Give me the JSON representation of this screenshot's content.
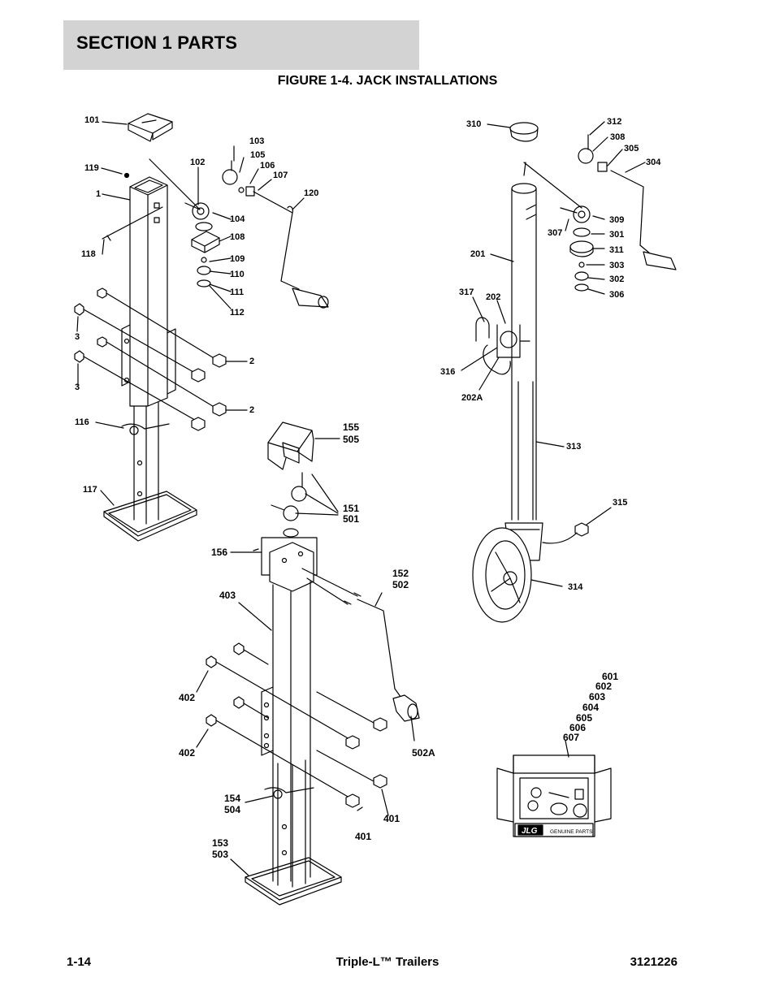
{
  "header": {
    "section_title": "SECTION 1  PARTS",
    "figure_title": "FIGURE 1-4. JACK INSTALLATIONS"
  },
  "drawing": {
    "callouts": {
      "c101": "101",
      "c119": "119",
      "c1": "1",
      "c118": "118",
      "c102": "102",
      "c103": "103",
      "c105": "105",
      "c106": "106",
      "c107": "107",
      "c120": "120",
      "c104": "104",
      "c108": "108",
      "c109": "109",
      "c110": "110",
      "c111": "111",
      "c112": "112",
      "c3a": "3",
      "c3b": "3",
      "c2a": "2",
      "c2b": "2",
      "c116": "116",
      "c117": "117",
      "c310": "310",
      "c312": "312",
      "c308": "308",
      "c305": "305",
      "c304": "304",
      "c309": "309",
      "c307": "307",
      "c301": "301",
      "c311": "311",
      "c303": "303",
      "c302": "302",
      "c306": "306",
      "c201": "201",
      "c317": "317",
      "c202": "202",
      "c316": "316",
      "c202a": "202A",
      "c313": "313",
      "c315": "315",
      "c314": "314",
      "c155": "155",
      "c505": "505",
      "c151": "151",
      "c501": "501",
      "c156": "156",
      "c152": "152",
      "c502": "502",
      "c403": "403",
      "c402a": "402",
      "c402b": "402",
      "c502a": "502A",
      "c154": "154",
      "c504": "504",
      "c401a": "401",
      "c401b": "401",
      "c153": "153",
      "c503": "503",
      "c601": "601",
      "c602": "602",
      "c603": "603",
      "c604": "604",
      "c605": "605",
      "c606": "606",
      "c607": "607"
    },
    "kit_logo": "JLG",
    "kit_label": "GENUINE PARTS"
  },
  "footer": {
    "page_number": "1-14",
    "product": "Triple-L™ Trailers",
    "doc_number": "3121226"
  }
}
